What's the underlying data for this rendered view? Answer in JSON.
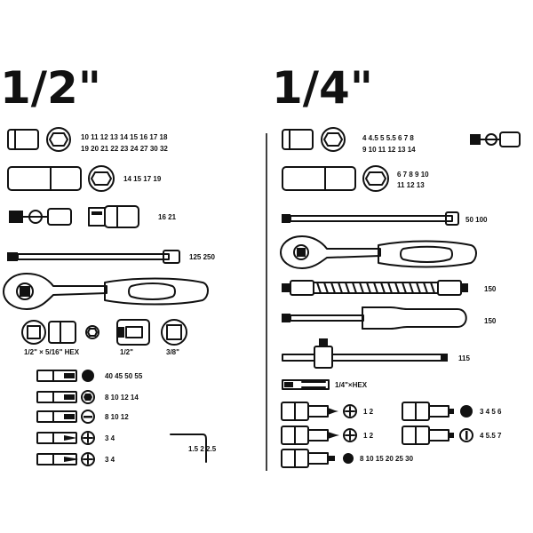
{
  "sections": {
    "half": {
      "title": "1/2\""
    },
    "quarter": {
      "title": "1/4\""
    }
  },
  "half": {
    "sockets_row1": "10 11 12 13 14 15 16 17 18",
    "sockets_row2": "19 20 21 22 23 24 27 30 32",
    "deep_sockets": "14 15 17 19",
    "universal_sockets": "16 21",
    "extension": "125 250",
    "adapter_label_1": "1/2\" × 5/16\" HEX",
    "adapter_label_2": "1/2\"",
    "adapter_label_3": "3/8\"",
    "bit_row_1": "40 45 50 55",
    "bit_row_2": "8 10 12 14",
    "bit_row_3": "8 10 12",
    "bit_row_4": "3 4",
    "bit_row_5": "3 4",
    "hex_keys": "1.5 2 2.5"
  },
  "quarter": {
    "sockets_row1": "4 4.5 5 5.5 6 7 8",
    "sockets_row2": "9 10 11 12 13 14",
    "deep_row1": "6 7 8 9 10",
    "deep_row2": "11 12 13",
    "extension": "50 100",
    "flex_extension": "150",
    "spinner": "150",
    "t_bar": "115",
    "adapter": "1/4\"×HEX",
    "bit_left_1": "1 2",
    "bit_left_2": "1 2",
    "bit_left_3": "8 10 15 20 25 30",
    "bit_right_1": "3 4 5 6",
    "bit_right_2": "4 5.5 7"
  }
}
